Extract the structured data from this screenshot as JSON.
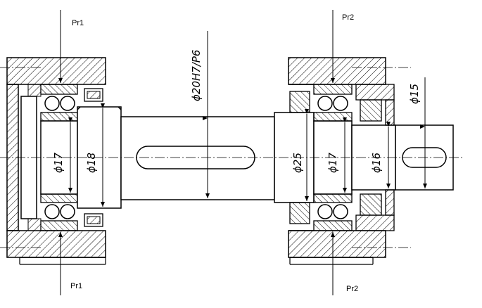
{
  "labels": {
    "load_top_left": "Pr1",
    "load_bottom_left": "Pr1",
    "load_top_right": "Pr2",
    "load_bottom_right": "Pr2"
  },
  "dimensions": {
    "left_bearing_bore": "ϕ17",
    "left_journal": "ϕ18",
    "fit_center": "ϕ20H7/P6",
    "right_collar": "ϕ25",
    "right_bearing_bore": "ϕ17",
    "right_journal": "ϕ16",
    "shaft_end": "ϕ15"
  }
}
